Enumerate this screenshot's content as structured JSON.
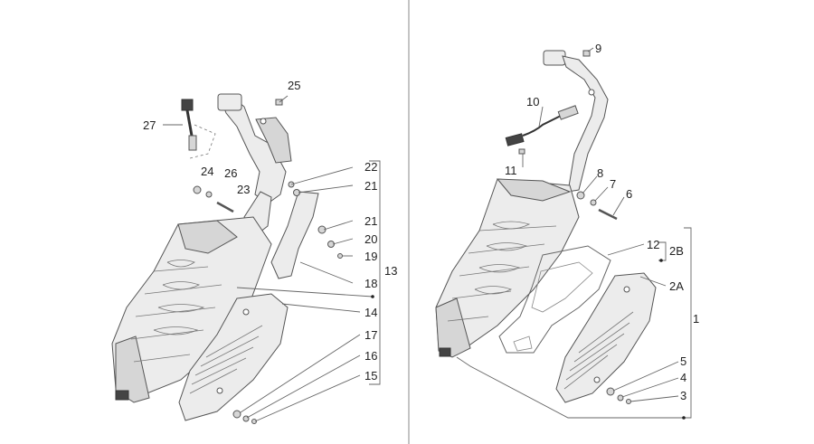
{
  "left_assembly": {
    "labels": [
      "27",
      "25",
      "24",
      "26",
      "23",
      "22",
      "21",
      "21",
      "20",
      "19",
      "18",
      "13",
      "14",
      "17",
      "16",
      "15"
    ]
  },
  "right_assembly": {
    "labels": [
      "9",
      "10",
      "11",
      "8",
      "7",
      "6",
      "12",
      "2B",
      "2A",
      "1",
      "5",
      "4",
      "3"
    ]
  }
}
